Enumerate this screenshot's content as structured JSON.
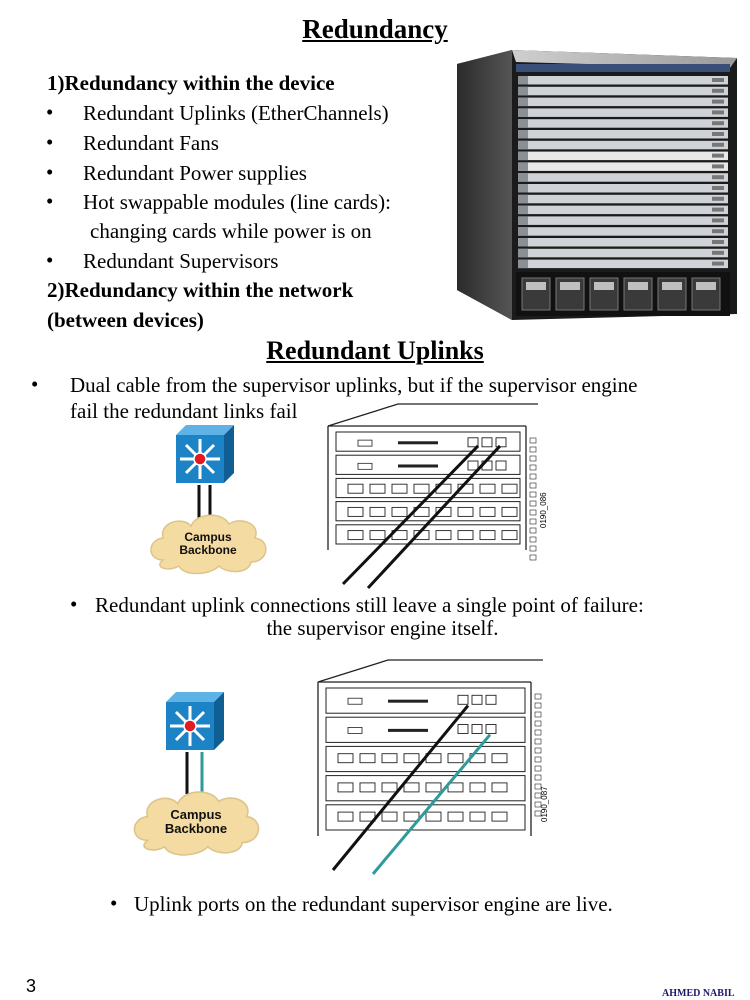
{
  "slide": {
    "title": "Redundancy",
    "section1_heading": "1)Redundancy within the device",
    "section1_items": [
      "Redundant Uplinks (EtherChannels)",
      "Redundant Fans",
      "Redundant Power supplies",
      "Hot swappable modules (line cards):"
    ],
    "hot_swap_continuation": "changing cards while power is on",
    "supervisors_item": "Redundant Supervisors",
    "section2_heading_line1": "2)Redundancy within the network",
    "section2_heading_line2": "(between devices)",
    "subtitle": "Redundant Uplinks",
    "dual_cable_line1": "Dual cable from the supervisor uplinks, but if the supervisor engine",
    "dual_cable_line2": "fail the redundant links fail",
    "caption1_line1": "Redundant uplink connections still leave a single point of failure:",
    "caption1_line2": "the supervisor engine itself.",
    "caption2": "Uplink ports on the redundant supervisor engine are live.",
    "cloud_label_line1": "Campus",
    "cloud_label_line2": "Backbone",
    "figure1_code": "0190_086",
    "figure2_code": "0190_087",
    "page_number": "3",
    "author": "AHMED NABIL"
  },
  "colors": {
    "switch_blue": "#1c84c6",
    "cloud_fill": "#f4dba2",
    "cable_black": "#111111",
    "cable_teal": "#2e9a9a",
    "author_color": "#1a1a6e"
  },
  "icons": [
    "multilayer-switch-icon",
    "campus-cloud-icon",
    "chassis-photo",
    "chassis-diagram"
  ]
}
